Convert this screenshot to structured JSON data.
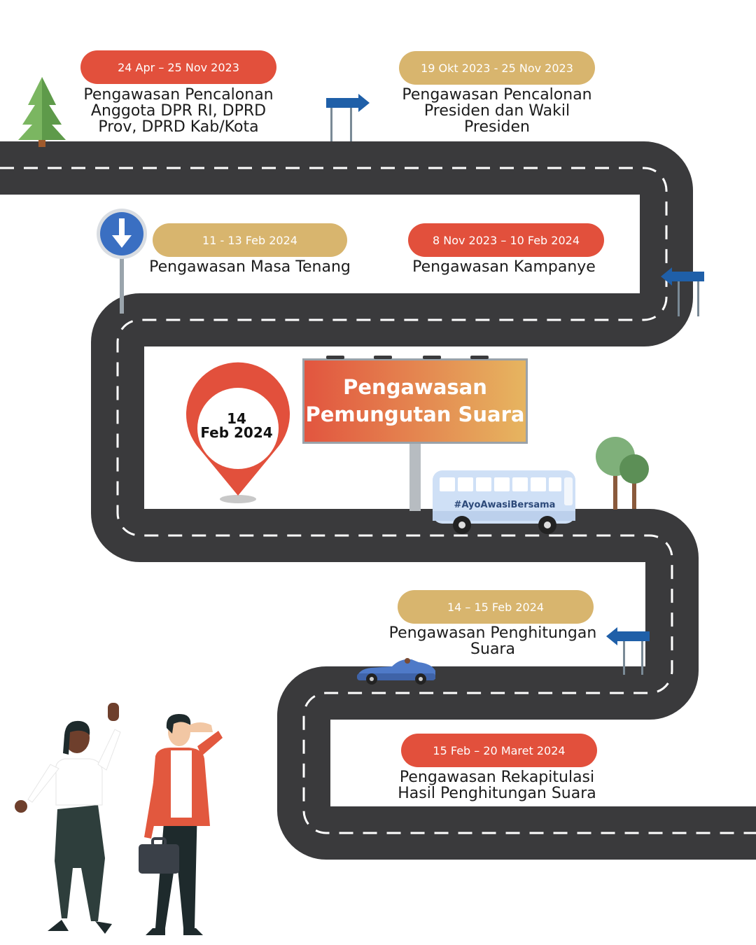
{
  "milestones": [
    {
      "date": "24 Apr – 25 Nov 2023",
      "title": "Pengawasan Pencalonan\nAnggota DPR RI, DPRD\nProv, DPRD Kab/Kota",
      "pill_color": "#e2503c"
    },
    {
      "date": "19 Okt 2023 - 25 Nov 2023",
      "title": "Pengawasan Pencalonan\nPresiden dan Wakil\nPresiden",
      "pill_color": "#d8b56e"
    },
    {
      "date": "8 Nov 2023 – 10 Feb 2024",
      "title": "Pengawasan Kampanye",
      "pill_color": "#e2503c"
    },
    {
      "date": "11 - 13 Feb 2024",
      "title": "Pengawasan Masa Tenang",
      "pill_color": "#d8b56e"
    },
    {
      "date": "14 – 15 Feb 2024",
      "title": "Pengawasan Penghitungan\nSuara",
      "pill_color": "#d8b56e"
    },
    {
      "date": "15 Feb – 20 Maret 2024",
      "title": "Pengawasan Rekapitulasi\nHasil Penghitungan Suara",
      "pill_color": "#e2503c"
    }
  ],
  "billboard": {
    "line1": "Pengawasan",
    "line2": "Pemungutan Suara"
  },
  "pin": {
    "day": "14",
    "month_year": "Feb 2024"
  },
  "bus": {
    "hashtag": "#AyoAwasiBersama"
  },
  "icons": [
    "tree-icon",
    "direction-sign-icon",
    "down-arrow-sign-icon",
    "location-pin-icon",
    "billboard-icon",
    "bus-icon",
    "car-icon",
    "woman-waving-icon",
    "man-with-briefcase-icon"
  ],
  "colors": {
    "road": "#3a3a3c",
    "lane": "#ffffff",
    "accent_red": "#e2503c",
    "accent_gold": "#d8b56e",
    "sign_blue": "#1f5fa8"
  }
}
